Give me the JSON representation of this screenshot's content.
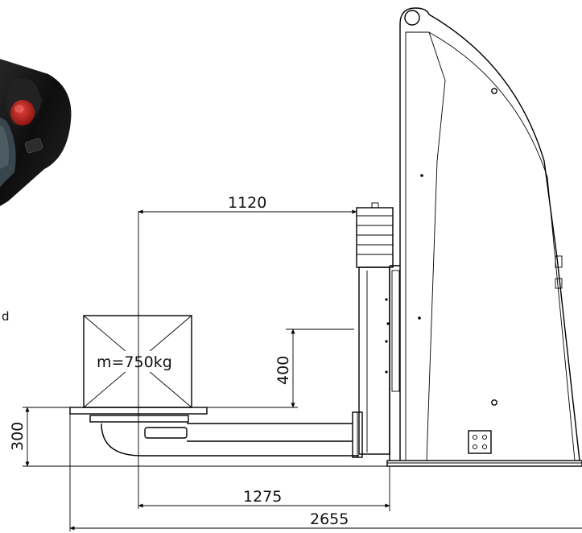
{
  "drawing": {
    "dimensions": {
      "top_reach": "1120",
      "lift_height": "400",
      "table_height": "300",
      "center_distance": "1275",
      "overall_length": "2655"
    },
    "load_label": "m=750kg",
    "cut_off_text": "d"
  },
  "colors": {
    "line": "#000000",
    "background": "#ffffff",
    "pendant_body": "#1b1b1b",
    "pendant_screen": "#3a4750",
    "estop_red": "#b3201d"
  }
}
